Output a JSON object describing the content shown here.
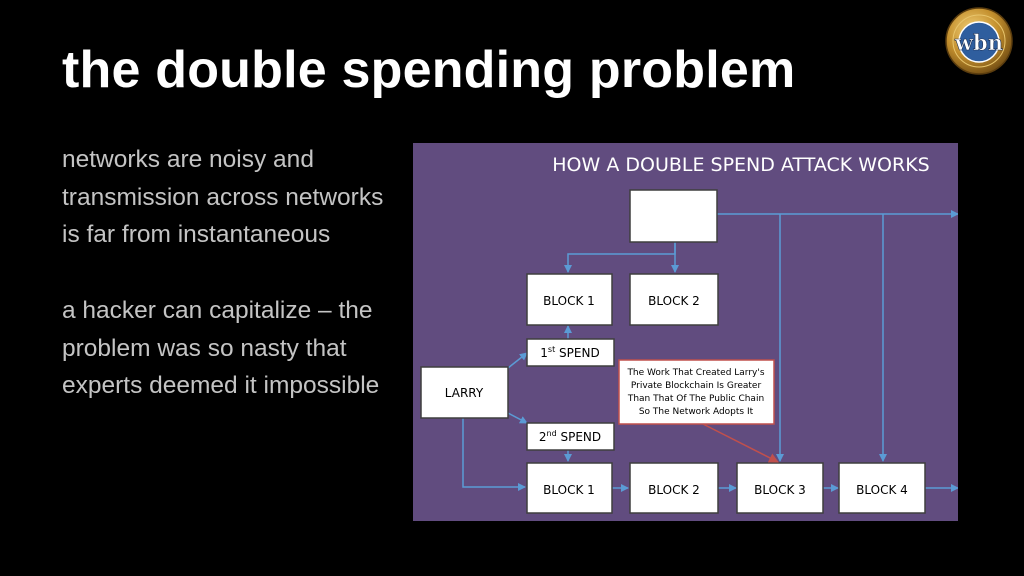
{
  "slide": {
    "title": "the double spending problem",
    "logo_text": "wbn",
    "paragraphs": [
      "networks are noisy and transmission across networks is far from instantaneous",
      "a hacker can capitalize – the problem was so nasty that experts deemed it impossible"
    ]
  },
  "diagram": {
    "title": "HOW A DOUBLE SPEND ATTACK WORKS",
    "larry": "LARRY",
    "private_chain": {
      "block1": "BLOCK 1",
      "block2": "BLOCK 2"
    },
    "first_spend": {
      "num": "1",
      "sup": "st",
      "label": " SPEND"
    },
    "second_spend": {
      "num": "2",
      "sup": "nd",
      "label": " SPEND"
    },
    "public_chain": {
      "block1": "BLOCK 1",
      "block2": "BLOCK 2",
      "block3": "BLOCK 3",
      "block4": "BLOCK 4"
    },
    "note": [
      "The Work That Created Larry's",
      "Private Blockchain Is Greater",
      "Than That Of The Public Chain",
      "So The Network Adopts It"
    ],
    "colors": {
      "background": "#614c7f",
      "arrow": "#5b9bd5",
      "note_border": "#c0504d",
      "box_border": "#3f3f3f"
    }
  }
}
